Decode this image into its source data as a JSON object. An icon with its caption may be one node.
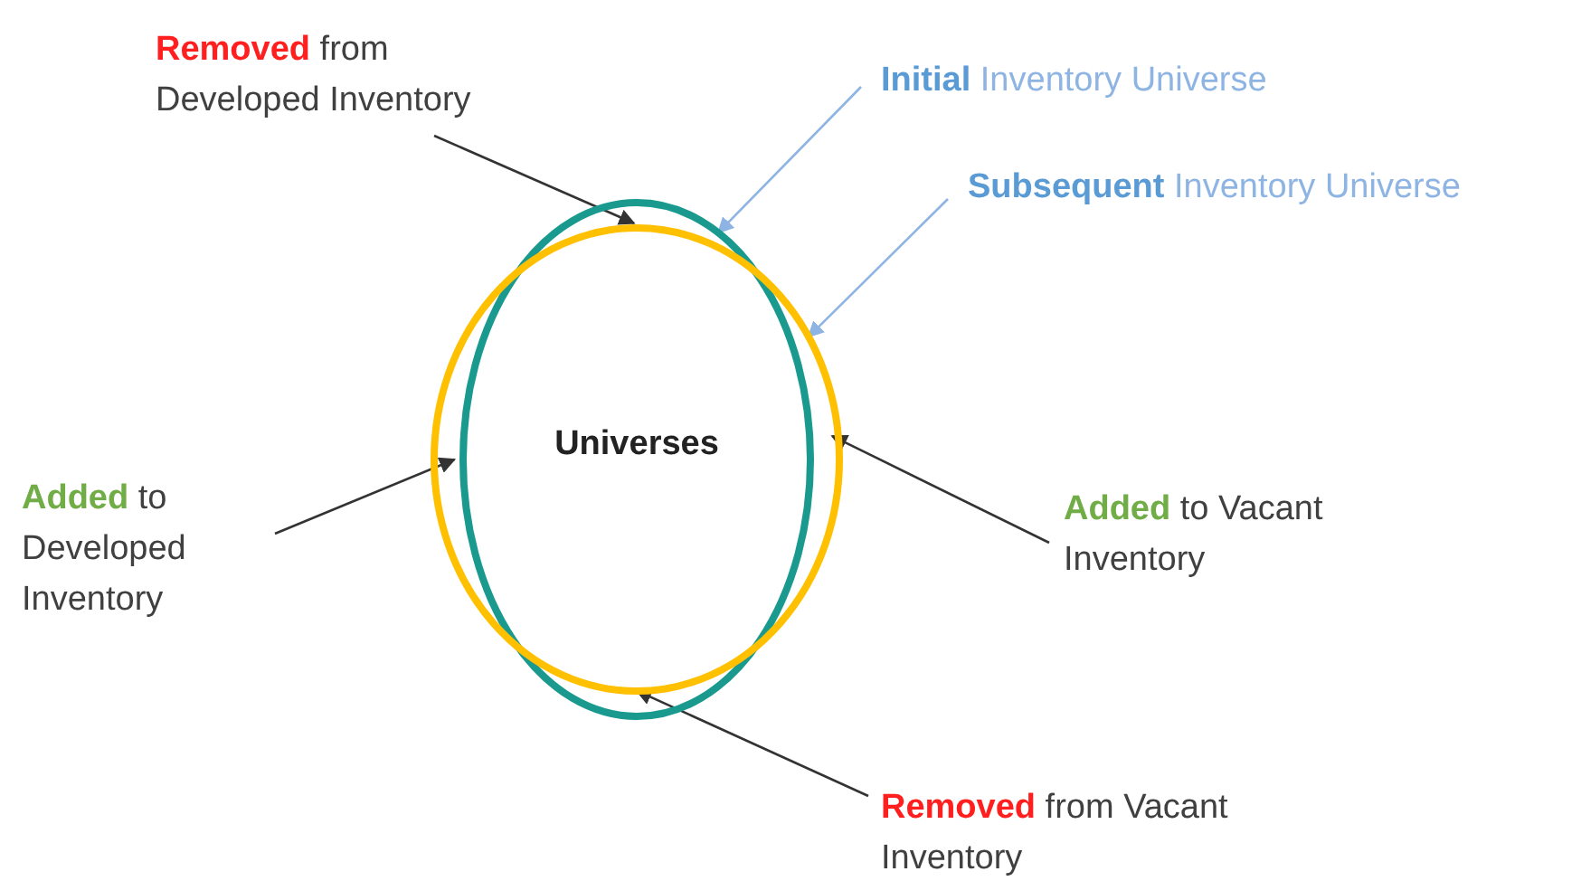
{
  "diagram": {
    "nodes": [
      {
        "text": [
          "**Removed** from Developed Inventory"
        ]
      },
      {
        "text": [
          "**Initial** Inventory Universe"
        ]
      },
      {
        "text": [
          "**Subsequent** Inventory Universe"
        ]
      },
      {
        "text": [],
        "shape": "ellipse"
      },
      {
        "text": [],
        "shape": "ellipse"
      },
      {
        "text": [
          "**Added** to Developed Inventory"
        ]
      },
      {
        "text": [
          "**Added** to Vacant Inventory"
        ]
      },
      {
        "text": [
          "**Removed** from Vacant Inventory"
        ]
      }
    ],
    "edges": [
      {
        "from": 0,
        "to": 3,
        "arrow": "to"
      },
      {
        "from": 1,
        "to": 3,
        "arrow": "to",
        "color": "#8eb4e3"
      },
      {
        "from": 2,
        "to": 4,
        "arrow": "to",
        "color": "#8eb4e3"
      },
      {
        "from": 5,
        "to": 4,
        "arrow": "to"
      },
      {
        "from": 6,
        "to": 4,
        "arrow": "to"
      },
      {
        "from": 7,
        "to": 3,
        "arrow": "to"
      }
    ],
    "labels": [
      "Universes"
    ]
  }
}
